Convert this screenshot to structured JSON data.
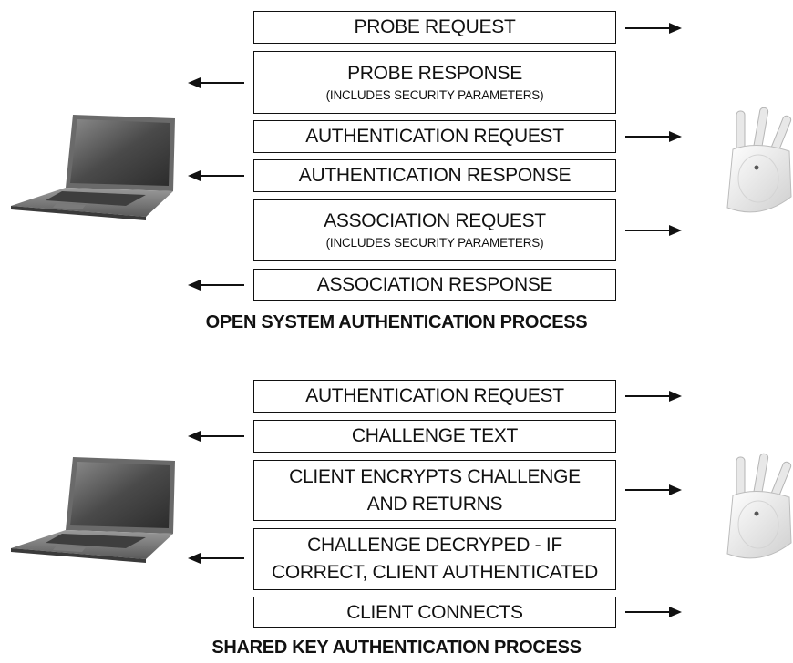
{
  "open_system": {
    "messages": [
      {
        "text": "PROBE REQUEST",
        "sub": "",
        "direction": "to-ap"
      },
      {
        "text": "PROBE RESPONSE",
        "sub": "(INCLUDES SECURITY PARAMETERS)",
        "direction": "to-client"
      },
      {
        "text": "AUTHENTICATION REQUEST",
        "sub": "",
        "direction": "to-ap"
      },
      {
        "text": "AUTHENTICATION RESPONSE",
        "sub": "",
        "direction": "to-client"
      },
      {
        "text": "ASSOCIATION REQUEST",
        "sub": "(INCLUDES SECURITY PARAMETERS)",
        "direction": "to-ap"
      },
      {
        "text": "ASSOCIATION RESPONSE",
        "sub": "",
        "direction": "to-client"
      }
    ],
    "caption": "OPEN SYSTEM AUTHENTICATION PROCESS"
  },
  "shared_key": {
    "messages": [
      {
        "text": "AUTHENTICATION REQUEST",
        "direction": "to-ap"
      },
      {
        "text": "CHALLENGE TEXT",
        "direction": "to-client"
      },
      {
        "line1": "CLIENT ENCRYPTS CHALLENGE",
        "line2": "AND RETURNS",
        "direction": "to-ap"
      },
      {
        "line1": "CHALLENGE DECRYPED - IF",
        "line2": "CORRECT, CLIENT AUTHENTICATED",
        "direction": "to-client"
      },
      {
        "text": "CLIENT CONNECTS",
        "direction": "to-ap"
      }
    ],
    "caption": "SHARED KEY AUTHENTICATION PROCESS"
  },
  "icons": {
    "client": "laptop-icon",
    "ap": "access-point-icon"
  }
}
